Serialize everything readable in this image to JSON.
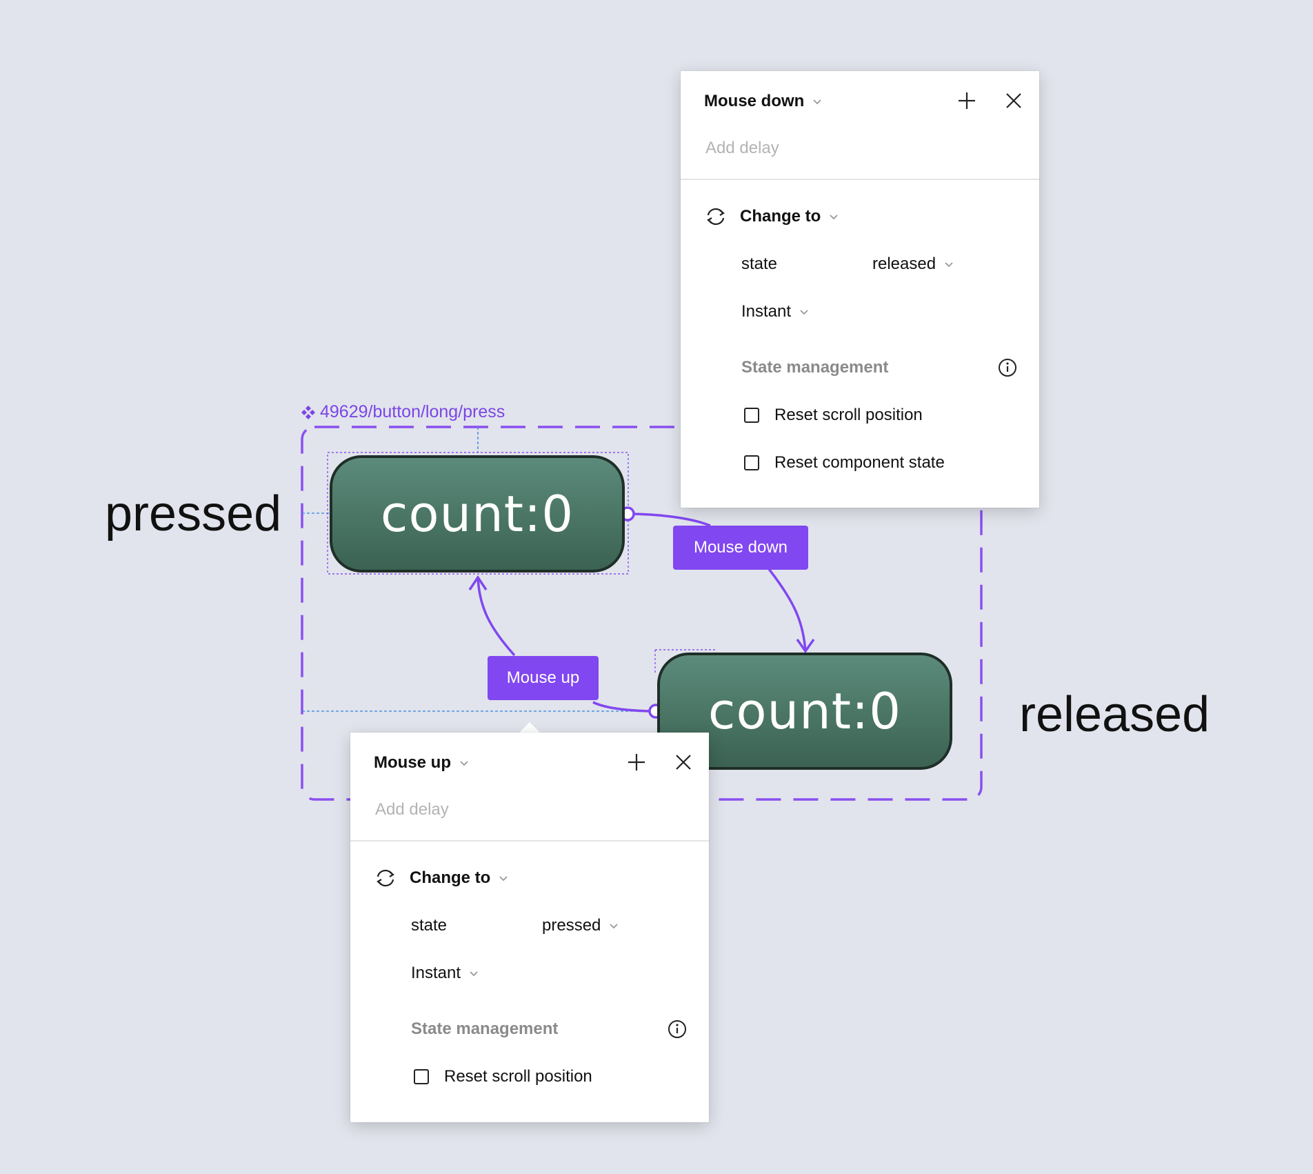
{
  "labels": {
    "pressed": "pressed",
    "released": "released"
  },
  "component": {
    "name": "49629/button/long/press",
    "accent_color": "#7b45e6"
  },
  "variants": {
    "pressed": {
      "text": "count:0"
    },
    "released": {
      "text": "count:0"
    }
  },
  "connections": {
    "mouse_down": "Mouse down",
    "mouse_up": "Mouse up"
  },
  "panel_mouse_down": {
    "trigger": "Mouse down",
    "delay_placeholder": "Add delay",
    "action": "Change to",
    "property": "state",
    "value": "released",
    "transition": "Instant",
    "state_management": "State management",
    "checkboxes": [
      {
        "label": "Reset scroll position",
        "checked": false
      },
      {
        "label": "Reset component state",
        "checked": false
      }
    ]
  },
  "panel_mouse_up": {
    "trigger": "Mouse up",
    "delay_placeholder": "Add delay",
    "action": "Change to",
    "property": "state",
    "value": "pressed",
    "transition": "Instant",
    "state_management": "State management",
    "checkboxes": [
      {
        "label": "Reset scroll position",
        "checked": false
      }
    ]
  },
  "icons": {
    "component": "component-diamond-icon",
    "add": "plus-icon",
    "close": "close-icon",
    "action": "refresh-icon",
    "info": "info-icon",
    "dropdown": "chevron-down-icon"
  }
}
